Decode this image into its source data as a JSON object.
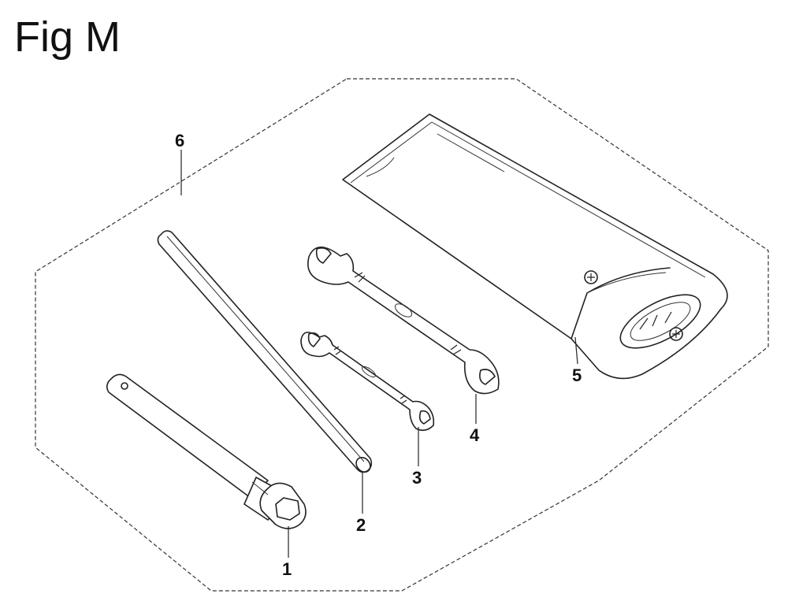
{
  "figure": {
    "title": "Fig M"
  },
  "parts": [
    {
      "callout": "1",
      "icon": "box-spanner-icon"
    },
    {
      "callout": "2",
      "icon": "tommy-bar-icon"
    },
    {
      "callout": "3",
      "icon": "small-wrench-icon"
    },
    {
      "callout": "4",
      "icon": "large-wrench-icon"
    },
    {
      "callout": "5",
      "icon": "tool-bag-icon"
    },
    {
      "callout": "6",
      "icon": "tool-kit-boundary-icon"
    }
  ],
  "colors": {
    "ink": "#222222",
    "background": "#ffffff"
  }
}
